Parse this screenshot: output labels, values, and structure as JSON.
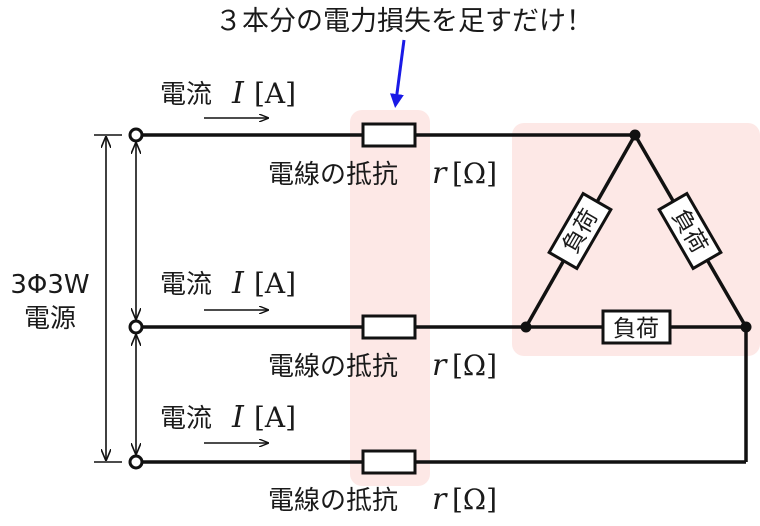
{
  "annotation": {
    "text": "３本分の電力損失を足すだけ！",
    "arrow_color": "#1a1ae6"
  },
  "colors": {
    "highlight": "#fde8e6",
    "line": "#111111"
  },
  "source_label": {
    "line1": "3Φ3W",
    "line2": "電源"
  },
  "current_label": {
    "prefix": "電流",
    "symbol": "I",
    "unit": "[A]"
  },
  "resistance_label": {
    "prefix": "電線の抵抗",
    "symbol": "r",
    "unit": "[Ω]"
  },
  "load_label": "負荷"
}
